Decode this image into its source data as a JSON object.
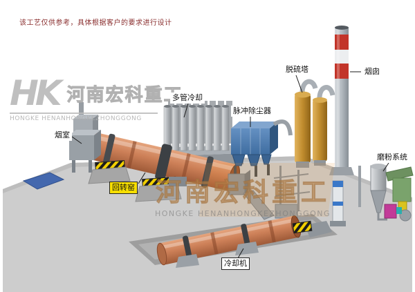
{
  "page": {
    "disclaimer": "该工艺仅供参考，具体根据客户的要求进行设计"
  },
  "logo": {
    "initials": "HK",
    "cn": "河南宏科重工",
    "en": "HONGKE HENANHONGKEZHONGGONG"
  },
  "watermark": {
    "cn": "河南宏科重工",
    "en": "HONGKE HENANHONGKEZHONGGONG"
  },
  "labels": {
    "smoke_chamber": "烟室",
    "rotary_kiln": "回转窑",
    "multi_tube_cooler": "多管冷却",
    "pulse_dust_collector": "脉冲除尘器",
    "desulfurization_tower": "脱硫塔",
    "chimney": "烟囱",
    "grinding_system": "磨粉系统",
    "cooling_machine": "冷却机"
  },
  "colors": {
    "kiln_body": "#cd8058",
    "dust_collector_blue": "#4a78ab",
    "desulfurization_tower": "#c08c2e",
    "chimney_band_red": "#c23429",
    "ground": "#cdcdcd",
    "kiln_label_highlight": "#f7df00",
    "disclaimer_text": "#8a2f2f"
  }
}
